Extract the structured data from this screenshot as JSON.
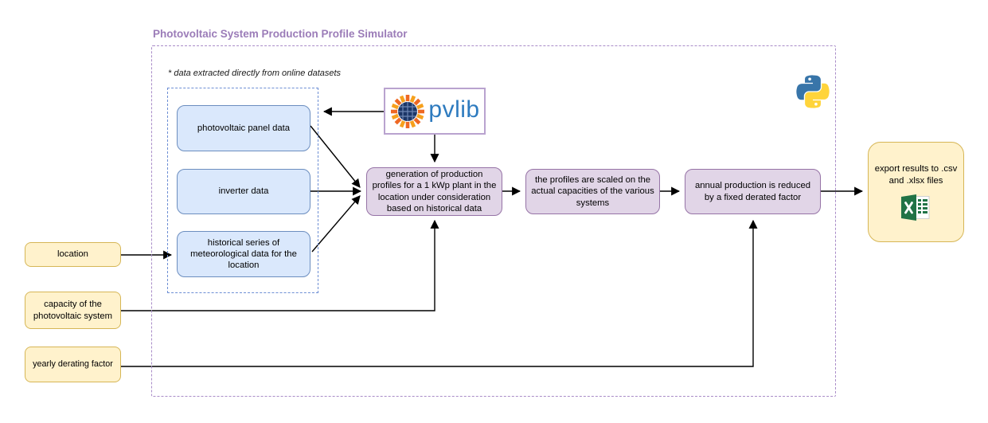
{
  "title": "Photovoltaic System Production Profile Simulator",
  "note": "* data extracted directly from online datasets",
  "inputs": [
    {
      "label": "location"
    },
    {
      "label": "capacity of the photovoltaic system"
    },
    {
      "label": "yearly derating factor"
    }
  ],
  "data_sources": [
    {
      "label": "photovoltaic panel data"
    },
    {
      "label": "inverter data"
    },
    {
      "label": "historical series of meteorological data for the location"
    }
  ],
  "process_steps": [
    {
      "label": "generation of production profiles for a 1 kWp plant in the location under consideration based on historical data"
    },
    {
      "label": "the profiles are scaled on the actual capacities of the various systems"
    },
    {
      "label": "annual production is reduced by a fixed derated factor"
    }
  ],
  "output": {
    "label": "export results to .csv and .xlsx files"
  },
  "logos": {
    "pvlib_label": "pvlib",
    "pvlib_icon": "pvlib-sun-icon",
    "python_icon": "python-logo-icon",
    "excel_icon": "excel-logo-icon"
  },
  "colors": {
    "title_text": "#9b7cb8",
    "outer_container_border": "#a98cc8",
    "sources_container_border": "#6d8ed4",
    "source_fill": "#dae8fc",
    "source_stroke": "#6c8ebf",
    "process_fill": "#e1d5e7",
    "process_stroke": "#9673a6",
    "io_fill": "#fff2cc",
    "io_stroke": "#d6b656",
    "pvlib_blue": "#2e7bbf",
    "excel_green": "#217346",
    "python_blue": "#3875a9",
    "python_yellow": "#ffd43b",
    "arrow": "#000000"
  }
}
